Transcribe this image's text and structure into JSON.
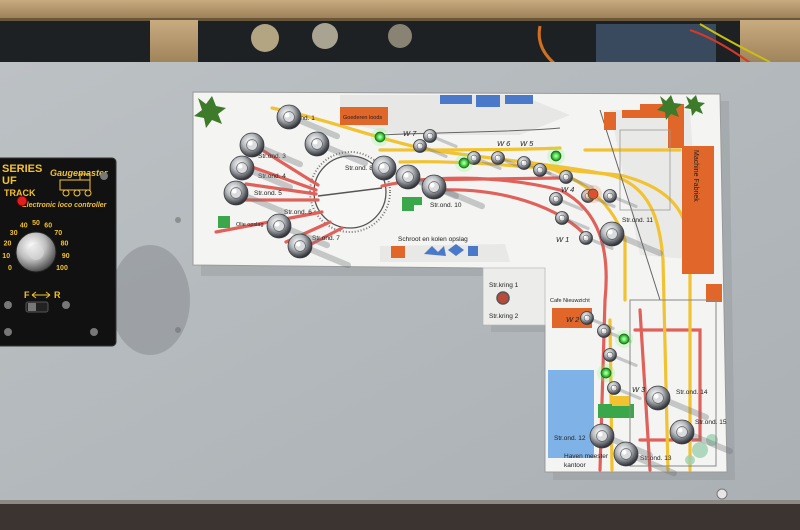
{
  "controller": {
    "series": "SERIES",
    "series_sub": "UF",
    "brand": "Gaugemaster",
    "track": "TRACK",
    "subtitle": "Electronic loco controller",
    "dial_marks": [
      "0",
      "10",
      "20",
      "30",
      "40",
      "50",
      "60",
      "70",
      "80",
      "90",
      "100"
    ],
    "direction_f": "F",
    "direction_r": "R"
  },
  "layout_panel": {
    "labels": {
      "str_ond_1": "Str.ond. 1",
      "goederen_loods": "Goederen loods",
      "w7": "W 7",
      "w6": "W 6",
      "w5": "W 5",
      "w4": "W 4",
      "w1": "W 1",
      "w2": "W 2",
      "w3": "W 3",
      "str_ond_3": "Str.ond. 3",
      "str_ond_4": "Str.ond. 4",
      "str_ond_5": "Str.ond. 5",
      "str_ond_6": "Str.ond. 6",
      "str_ond_7": "Str.ond. 7",
      "str_ond_8": "Str.ond. 8",
      "str_ond_10": "Str.ond. 10",
      "str_ond_11": "Str.ond. 11",
      "str_ond_12": "Str.ond. 12",
      "str_ond_13": "Str.ond. 13",
      "str_ond_14": "Str.ond. 14",
      "str_ond_15": "Str.ond. 15",
      "olie_opslag": "Olie opslag",
      "schroot": "Schroot en kolen opslag",
      "str_kring_1": "Str.kring 1",
      "str_kring_2": "Str.kring 2",
      "cafe": "Cafe Nieuwzicht",
      "machine_fabriek": "Machine Fabriek",
      "haven_meester": "Haven meester",
      "kantoor": "kantoor"
    },
    "colors": {
      "board": "#b8bcbf",
      "panel": "#f4f4f2",
      "track_yellow": "#f1c232",
      "track_red": "#e0605a",
      "building_orange": "#e0662a",
      "water_blue": "#7fb2e6",
      "led_green": "#4be34b"
    }
  }
}
